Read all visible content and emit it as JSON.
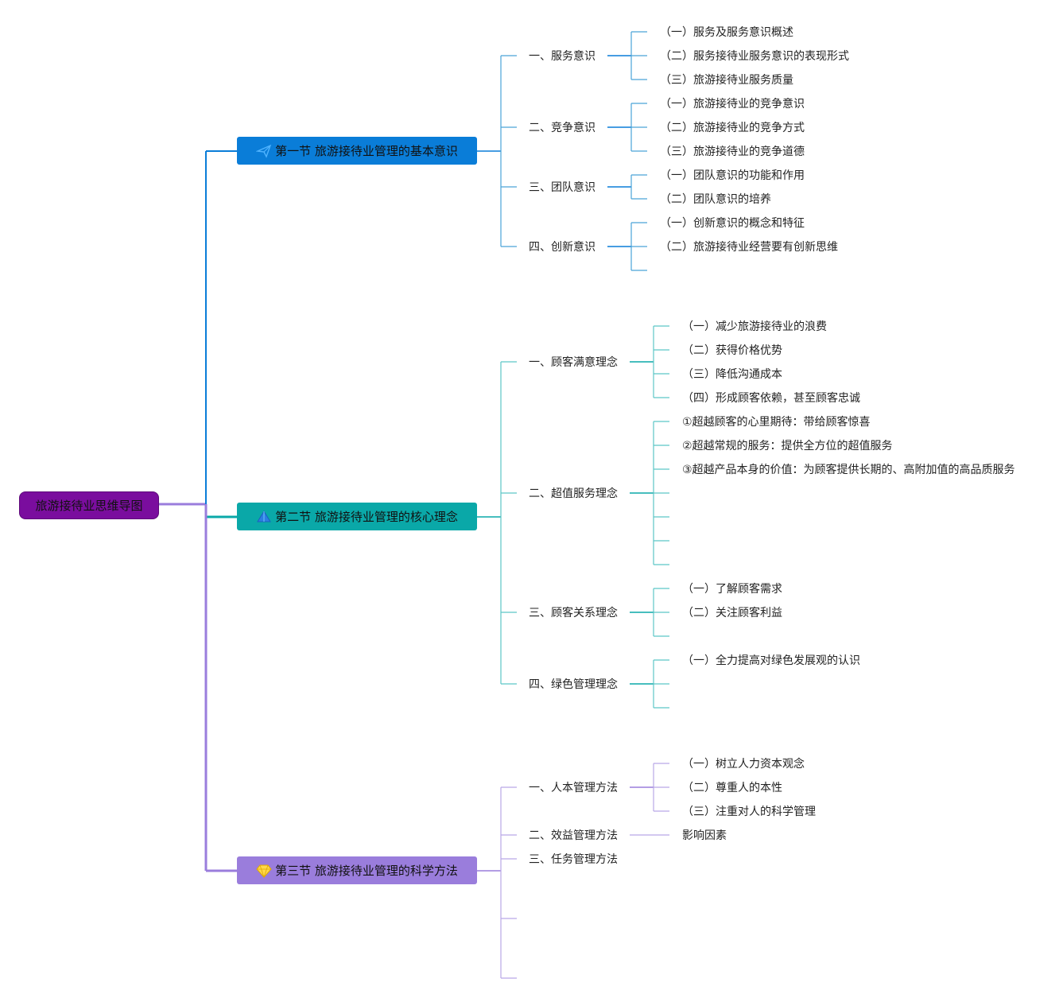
{
  "root": {
    "label": "旅游接待业思维导图"
  },
  "sections": [
    {
      "label": "第一节 旅游接待业管理的基本意识",
      "icon": "paper-plane-icon",
      "color": "#0a7dd8",
      "topics": [
        {
          "label": "一、服务意识",
          "items": [
            "（一）服务及服务意识概述",
            "（二）服务接待业服务意识的表现形式",
            "（三）旅游接待业服务质量"
          ]
        },
        {
          "label": "二、竞争意识",
          "items": [
            "（一）旅游接待业的竞争意识",
            "（二）旅游接待业的竞争方式",
            "（三）旅游接待业的竞争道德"
          ]
        },
        {
          "label": "三、团队意识",
          "items": [
            "（一）团队意识的功能和作用",
            "（二）团队意识的培养"
          ]
        },
        {
          "label": "四、创新意识",
          "items": [
            "（一）创新意识的概念和特征",
            "（二）旅游接待业经营要有创新思维"
          ]
        }
      ]
    },
    {
      "label": "第二节 旅游接待业管理的核心理念",
      "icon": "triangle-icon",
      "color": "#0aa8a8",
      "topics": [
        {
          "label": "一、顾客满意理念",
          "items": [
            "（一）减少旅游接待业的浪费",
            "（二）获得价格优势",
            "（三）降低沟通成本",
            "（四）形成顾客依赖，甚至顾客忠诚"
          ]
        },
        {
          "label": "二、超值服务理念",
          "items": [
            "①超越顾客的心里期待：带给顾客惊喜",
            "②超越常规的服务：提供全方位的超值服务",
            "③超越产品本身的价值：为顾客提供长期的、高附加值的高品质服务"
          ]
        },
        {
          "label": "三、顾客关系理念",
          "items": [
            "（一）了解顾客需求",
            "（二）关注顾客利益"
          ]
        },
        {
          "label": "四、绿色管理理念",
          "items": [
            "（一）全力提高对绿色发展观的认识"
          ]
        }
      ]
    },
    {
      "label": "第三节 旅游接待业管理的科学方法",
      "icon": "diamond-icon",
      "color": "#9a7ddc",
      "topics": [
        {
          "label": "一、人本管理方法",
          "items": [
            "（一）树立人力资本观念",
            "（二）尊重人的本性",
            "（三）注重对人的科学管理"
          ]
        },
        {
          "label": "二、效益管理方法",
          "items": [
            "影响因素"
          ]
        },
        {
          "label": "三、任务管理方法",
          "items": []
        }
      ]
    }
  ]
}
